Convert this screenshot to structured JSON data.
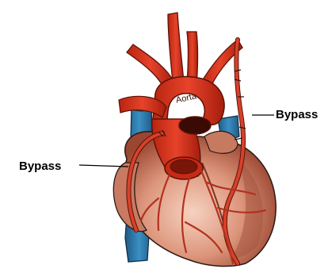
{
  "labels": {
    "aorta": "Aorta",
    "bypass_left": "Bypass",
    "bypass_right": "Bypass"
  },
  "colors": {
    "heart_light": "#f4c9b4",
    "heart_mid": "#d98e73",
    "heart_dark": "#8f3f2b",
    "artery": "#d4321c",
    "artery_dark": "#8e1f10",
    "vein": "#2f7fb0",
    "vein_dark": "#1d5377",
    "outline": "#2a1a16"
  }
}
